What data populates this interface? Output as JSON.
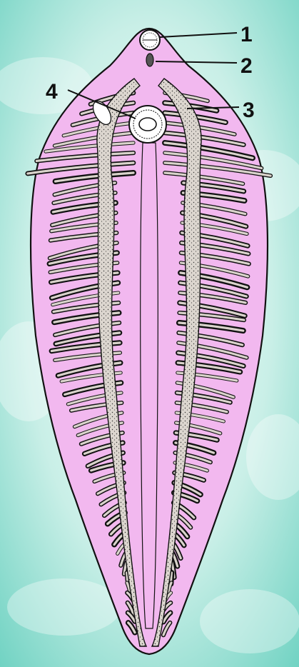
{
  "colors": {
    "background": "#d7f4ee",
    "background_accent": "#5fcdbd",
    "body_fill": "#f2b8ef",
    "gut_fill": "#d9d3cb",
    "outline": "#111111",
    "label": "#111111"
  },
  "labels": [
    {
      "id": "1",
      "text": "1"
    },
    {
      "id": "2",
      "text": "2"
    },
    {
      "id": "3",
      "text": "3"
    },
    {
      "id": "4",
      "text": "4"
    }
  ]
}
